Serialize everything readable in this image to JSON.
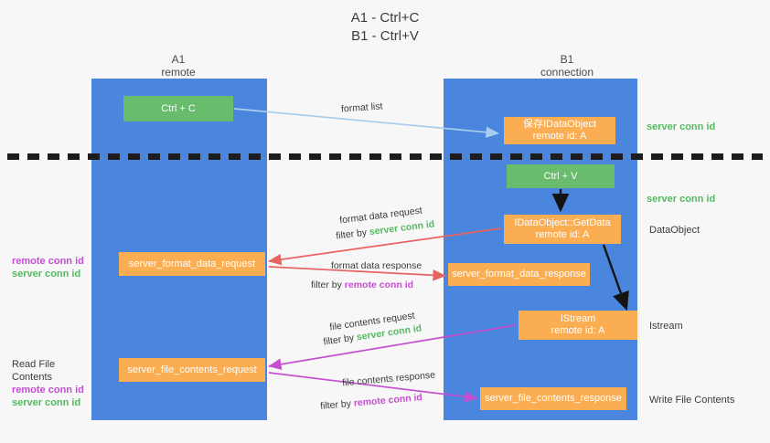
{
  "title": "A1 - Ctrl+C\nB1 - Ctrl+V",
  "columns": {
    "left": {
      "name": "A1",
      "role": "remote"
    },
    "right": {
      "name": "B1",
      "role": "connection"
    }
  },
  "boxes": {
    "ctrl_c": {
      "label": "Ctrl + C",
      "color": "#69bb6d"
    },
    "save_dataobject": {
      "line1": "保存IDataObject",
      "line2": "remote id: A",
      "color": "#fbad52"
    },
    "ctrl_v": {
      "label": "Ctrl + V",
      "color": "#69bb6d"
    },
    "getdata": {
      "line1": "IDataObject::GetData",
      "line2": "remote id: A",
      "color": "#fbad52"
    },
    "server_format_data_request": {
      "label": "server_format_data_request",
      "color": "#fbad52"
    },
    "server_format_data_response": {
      "label": "server_format_data_response",
      "color": "#fbad52"
    },
    "istream": {
      "line1": "IStream",
      "line2": "remote id: A",
      "color": "#fbad52"
    },
    "server_file_contents_request": {
      "label": "server_file_contents_request",
      "color": "#fbad52"
    },
    "server_file_contents_response": {
      "label": "server_file_contents_response",
      "color": "#fbad52"
    }
  },
  "flow_labels": {
    "format_list": "format list",
    "format_data_request": "format data request",
    "format_data_request_filter_prefix": "filter by ",
    "format_data_request_filter_key": "server conn id",
    "format_data_response": "format data response",
    "format_data_response_filter_prefix": "filter by ",
    "format_data_response_filter_key": "remote conn id",
    "file_contents_request": "file contents request",
    "file_contents_request_filter_prefix": "filter by ",
    "file_contents_request_filter_key": "server conn id",
    "file_contents_response": "file contents response",
    "file_contents_response_filter_prefix": "filter by ",
    "file_contents_response_filter_key": "remote conn id"
  },
  "right_labels": {
    "server_conn_id_top": "server conn id",
    "server_conn_id_mid": "server conn id",
    "dataobject": "DataObject",
    "istream": "Istream",
    "write_file_contents": "Write File Contents"
  },
  "left_labels": {
    "remote_conn_id_1": "remote conn id",
    "server_conn_id_1": "server conn id",
    "read_file_contents": "Read File Contents",
    "remote_conn_id_2": "remote conn id",
    "server_conn_id_2": "server conn id"
  },
  "colors": {
    "column_blue": "#4a85de",
    "box_green": "#69bb6d",
    "box_orange": "#fbad52",
    "arrow_light_blue": "#a9cdef",
    "arrow_red": "#e8635f",
    "arrow_magenta": "#c44fd0",
    "arrow_black": "#141414",
    "text_green": "#55b961",
    "text_purple": "#c44fd0",
    "background": "#f7f7f7"
  }
}
